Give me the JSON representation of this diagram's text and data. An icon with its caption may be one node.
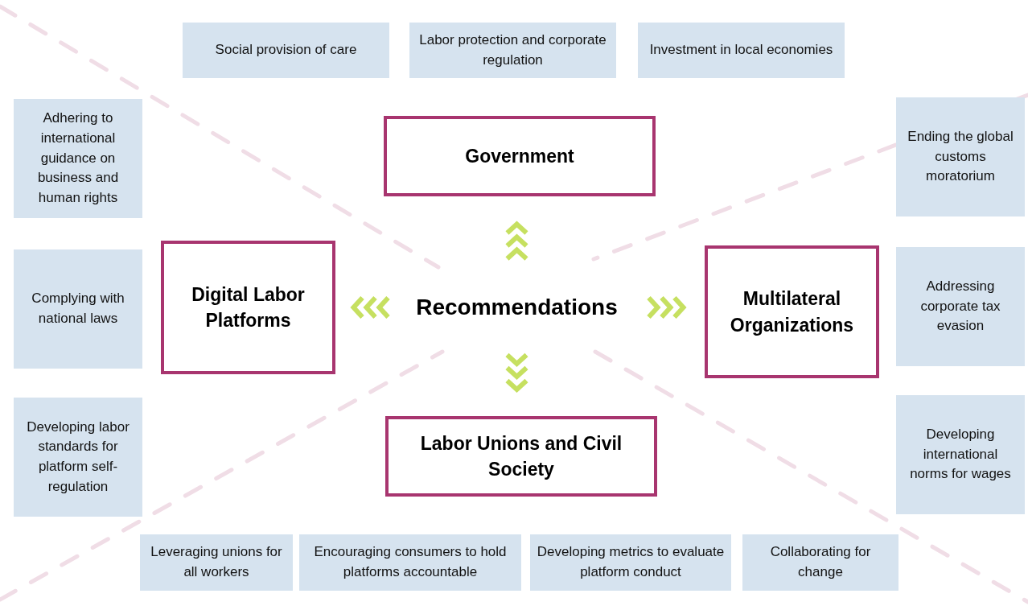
{
  "diagram": {
    "nodes": [
      {
        "text": [
          "Social provision of care"
        ]
      },
      {
        "text": [
          "Labor protection and corporate regulation"
        ]
      },
      {
        "text": [
          "Investment in local economies"
        ]
      },
      {
        "text": [
          "Adhering to international guidance on business and human rights"
        ]
      },
      {
        "text": [
          "Government"
        ]
      },
      {
        "text": [
          "Ending the global customs moratorium"
        ]
      },
      {
        "text": [
          "Complying with national laws"
        ]
      },
      {
        "text": [
          "Digital Labor Platforms"
        ]
      },
      {
        "text": [
          "Recommendations"
        ]
      },
      {
        "text": [
          "Multilateral Organizations"
        ]
      },
      {
        "text": [
          "Addressing corporate tax evasion"
        ]
      },
      {
        "text": [
          "Developing labor standards for platform self-regulation"
        ]
      },
      {
        "text": [
          "Labor Unions and Civil Society"
        ]
      },
      {
        "text": [
          "Developing international norms for wages"
        ]
      },
      {
        "text": [
          "Leveraging unions for all workers"
        ]
      },
      {
        "text": [
          "Encouraging consumers to hold platforms accountable"
        ]
      },
      {
        "text": [
          "Developing metrics to evaluate platform conduct"
        ]
      },
      {
        "text": [
          "Collaborating for change"
        ]
      }
    ],
    "edges": [
      {
        "from": 8,
        "to": 4,
        "arrow": "to"
      },
      {
        "from": 8,
        "to": 7,
        "arrow": "to"
      },
      {
        "from": 8,
        "to": 9,
        "arrow": "to"
      },
      {
        "from": 8,
        "to": 12,
        "arrow": "to"
      }
    ]
  }
}
